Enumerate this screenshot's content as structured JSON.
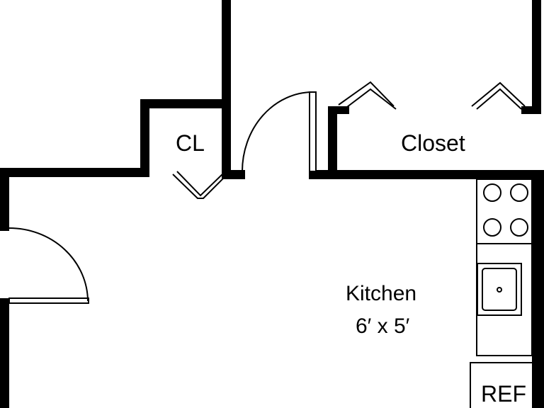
{
  "floor_plan": {
    "rooms": {
      "cl": "CL",
      "closet": "Closet",
      "kitchen_name": "Kitchen",
      "kitchen_size": "6′ x 5′"
    },
    "appliances": {
      "refrigerator": "REF",
      "stove": "stove-icon",
      "sink": "sink-icon"
    },
    "colors": {
      "wall": "#000000",
      "background": "#ffffff"
    }
  }
}
